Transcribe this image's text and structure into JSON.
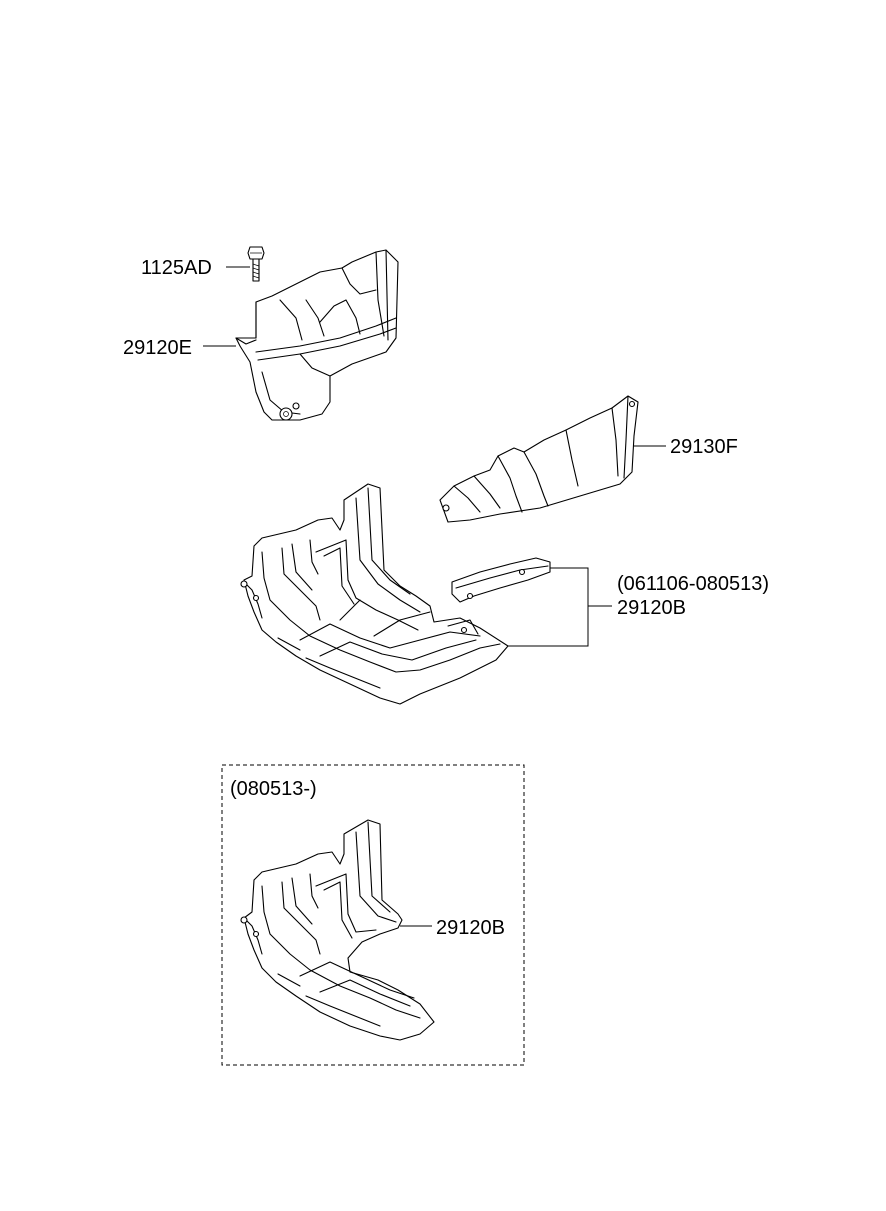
{
  "labels": {
    "bolt": "1125AD",
    "upper_cover": "29120E",
    "side_cover": "29130F",
    "date_range_old": "(061106-080513)",
    "under_cover_old": "29120B",
    "date_range_new": "(080513-)",
    "under_cover_new": "29120B"
  }
}
